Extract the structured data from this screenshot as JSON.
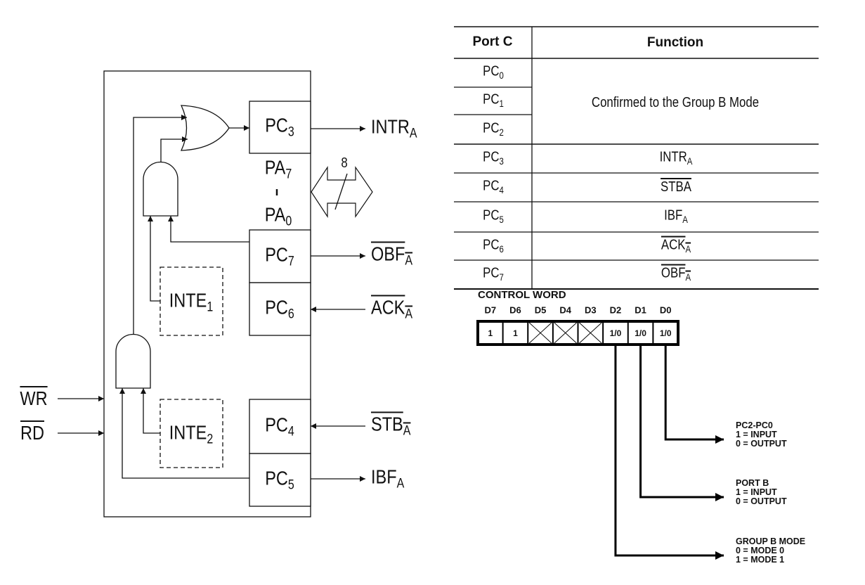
{
  "diagram": {
    "port_boxes": [
      {
        "main": "PC",
        "sub": "3"
      },
      {
        "main": "PC",
        "sub": "7"
      },
      {
        "main": "PC",
        "sub": "6"
      },
      {
        "main": "PC",
        "sub": "4"
      },
      {
        "main": "PC",
        "sub": "5"
      }
    ],
    "port_a": [
      {
        "main": "PA",
        "sub": "7"
      },
      {
        "main": "PA",
        "sub": "0"
      }
    ],
    "bus_width": "8",
    "signals": [
      {
        "main": "INTR",
        "sub": "A",
        "over": false,
        "dir": "out"
      },
      {
        "main": "OBF",
        "sub": "A",
        "over": true,
        "dir": "out"
      },
      {
        "main": "ACK",
        "sub": "A",
        "over": true,
        "dir": "in"
      },
      {
        "main": "STB",
        "sub": "A",
        "over": true,
        "dir": "in"
      },
      {
        "main": "IBF",
        "sub": "A",
        "over": false,
        "dir": "out"
      }
    ],
    "inputs": [
      {
        "main": "WR",
        "sub": "",
        "over": true
      },
      {
        "main": "RD",
        "sub": "",
        "over": true
      }
    ],
    "inte": [
      {
        "main": "INTE",
        "sub": "1"
      },
      {
        "main": "INTE",
        "sub": "2"
      }
    ]
  },
  "table": {
    "headers": [
      "Port C",
      "Function"
    ],
    "ports": [
      {
        "main": "PC",
        "sub": "0"
      },
      {
        "main": "PC",
        "sub": "1"
      },
      {
        "main": "PC",
        "sub": "2"
      },
      {
        "main": "PC",
        "sub": "3"
      },
      {
        "main": "PC",
        "sub": "4"
      },
      {
        "main": "PC",
        "sub": "5"
      },
      {
        "main": "PC",
        "sub": "6"
      },
      {
        "main": "PC",
        "sub": "7"
      }
    ],
    "group_b_function": "Confirmed to the Group B Mode",
    "functions": [
      {
        "main": "INTR",
        "sub": "A",
        "over": false
      },
      {
        "main": "STBA",
        "sub": "",
        "over": true
      },
      {
        "main": "IBF",
        "sub": "A",
        "over": false
      },
      {
        "main": "ACK",
        "sub": "A",
        "over": true
      },
      {
        "main": "OBF",
        "sub": "A",
        "over": true
      }
    ]
  },
  "control_word": {
    "title": "CONTROL WORD",
    "bits": [
      "D7",
      "D6",
      "D5",
      "D4",
      "D3",
      "D2",
      "D1",
      "D0"
    ],
    "values": [
      "1",
      "1",
      "",
      "",
      "",
      "1/0",
      "1/0",
      "1/0"
    ],
    "dont_care": [
      false,
      false,
      true,
      true,
      true,
      false,
      false,
      false
    ],
    "legends": [
      {
        "bit": "D0",
        "lines": [
          "PC2-PC0",
          "1 = INPUT",
          "0 = OUTPUT"
        ]
      },
      {
        "bit": "D1",
        "lines": [
          "PORT B",
          "1 = INPUT",
          "0 = OUTPUT"
        ]
      },
      {
        "bit": "D2",
        "lines": [
          "GROUP B MODE",
          "0 = MODE 0",
          "1 = MODE 1"
        ]
      }
    ]
  }
}
